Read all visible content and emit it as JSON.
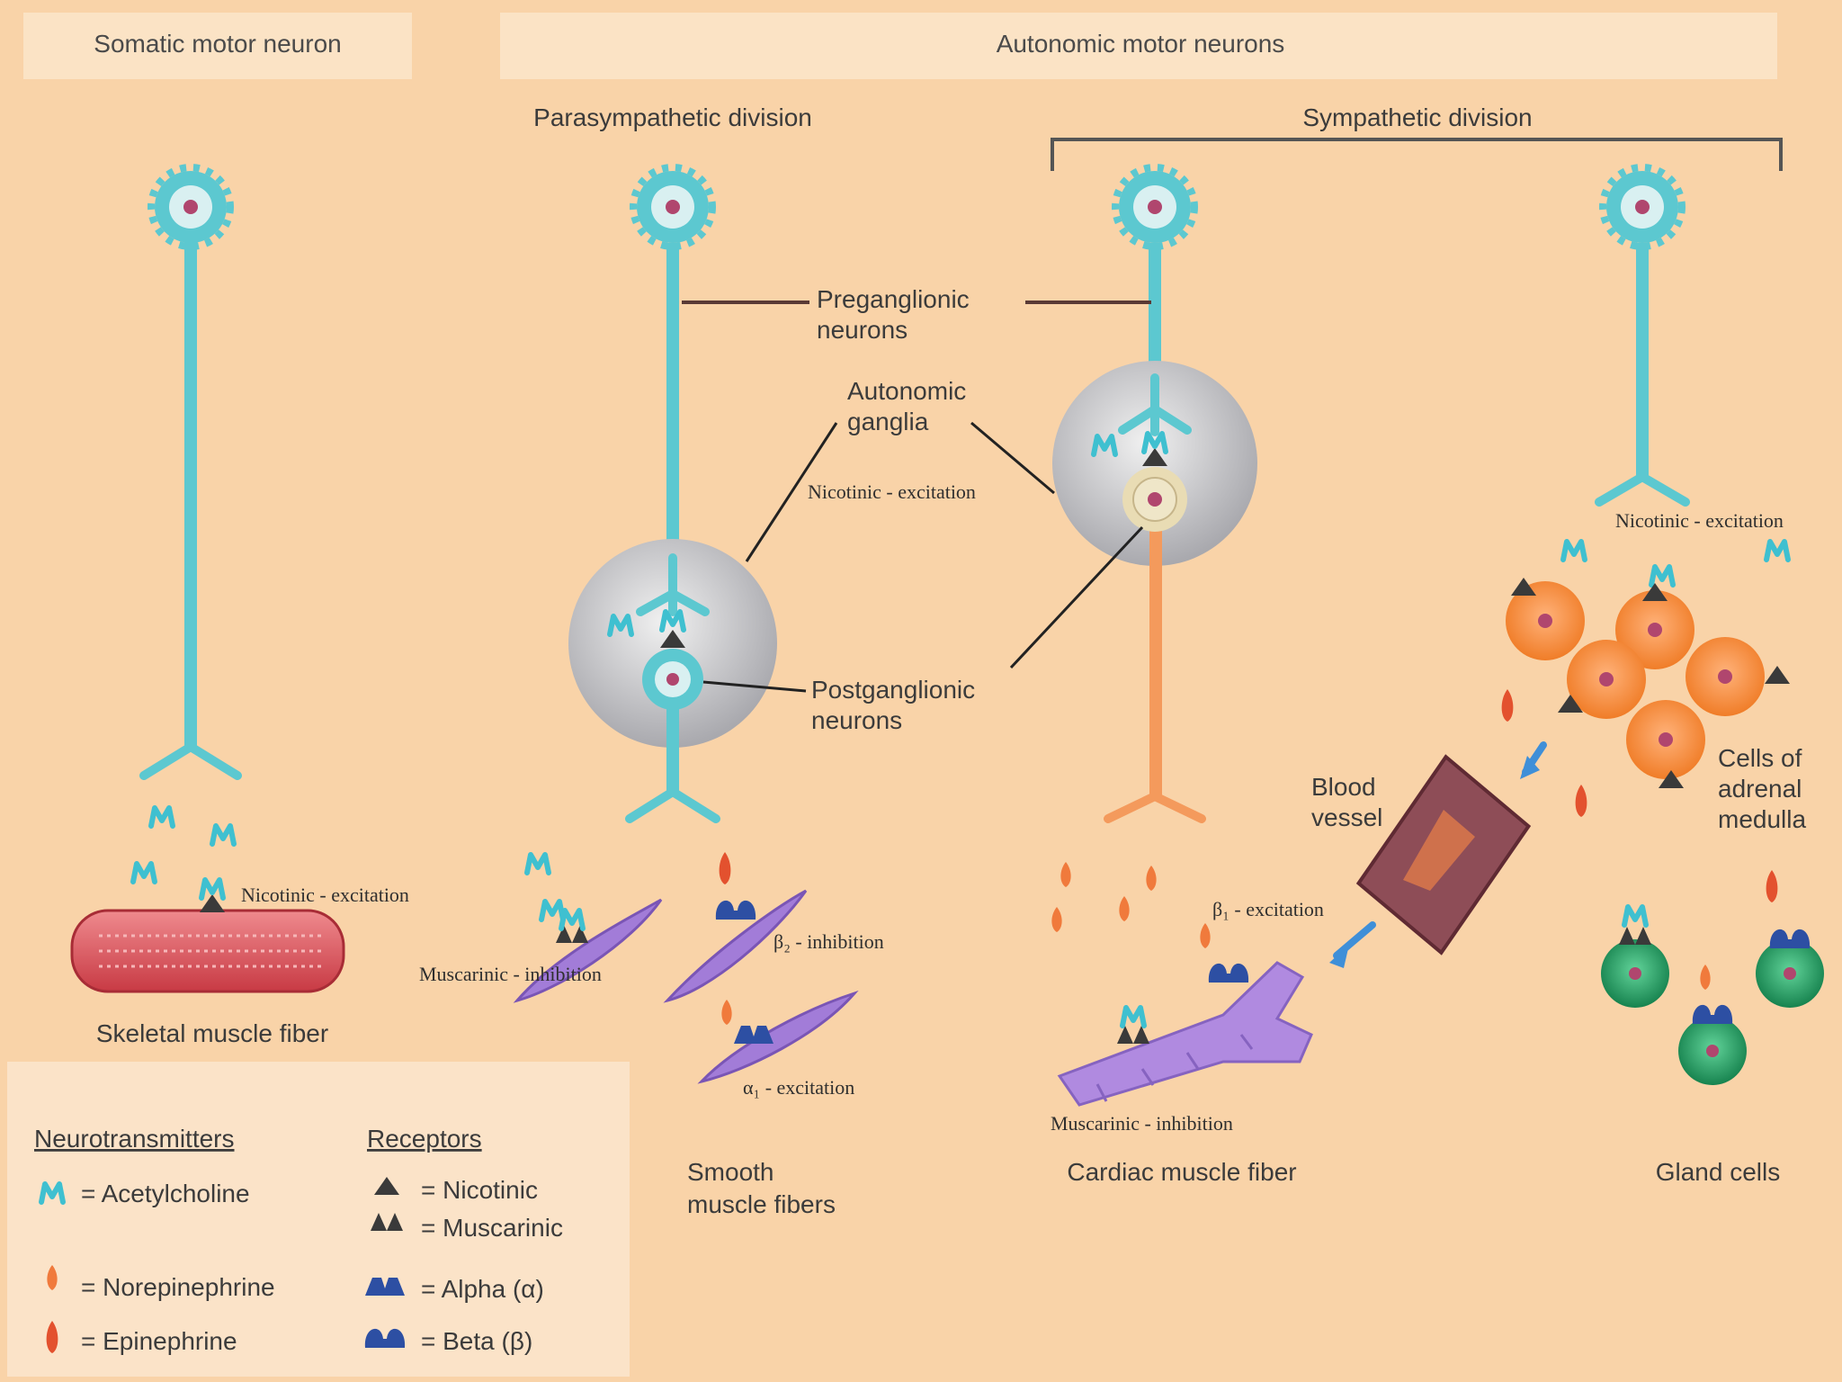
{
  "headers": {
    "somatic": "Somatic motor neuron",
    "autonomic": "Autonomic motor neurons",
    "parasympathetic": "Parasympathetic division",
    "sympathetic": "Sympathetic division"
  },
  "labels": {
    "preganglionic_1": "Preganglionic",
    "preganglionic_2": "neurons",
    "autonomic_ganglia_1": "Autonomic",
    "autonomic_ganglia_2": "ganglia",
    "postganglionic_1": "Postganglionic",
    "postganglionic_2": "neurons",
    "blood_vessel_1": "Blood",
    "blood_vessel_2": "vessel",
    "adrenal_1": "Cells of",
    "adrenal_2": "adrenal",
    "adrenal_3": "medulla"
  },
  "effects": {
    "nicotinic_ganglion": "Nicotinic - excitation",
    "nicotinic_adrenal": "Nicotinic - excitation",
    "nicotinic_skeletal": "Nicotinic - excitation",
    "muscarinic_smooth": "Muscarinic - inhibition",
    "beta2_smooth": "β₂ - inhibition",
    "alpha1_smooth": "α₁ - excitation",
    "beta1_cardiac": "β₁ - excitation",
    "muscarinic_cardiac": "Muscarinic - inhibition"
  },
  "targets": {
    "skeletal": "Skeletal muscle fiber",
    "smooth_1": "Smooth",
    "smooth_2": "muscle fibers",
    "cardiac": "Cardiac muscle fiber",
    "gland": "Gland cells"
  },
  "legend": {
    "neurotransmitters_title": "Neurotransmitters",
    "receptors_title": "Receptors",
    "acetylcholine": "= Acetylcholine",
    "norepinephrine": "= Norepinephrine",
    "epinephrine": "= Epinephrine",
    "nicotinic": "= Nicotinic",
    "muscarinic": "= Muscarinic",
    "alpha": "= Alpha (α)",
    "beta": "= Beta (β)"
  },
  "colors": {
    "background": "#f9d3a8",
    "neuron": "#5cc8d0",
    "postganglionic_sympathetic": "#f49a5c",
    "ganglion": "#b9b9bd",
    "skeletal_muscle": "#e0565e",
    "smooth_muscle": "#a27cd8",
    "cardiac_muscle": "#b08ae0",
    "adrenal_cell": "#f4893a",
    "gland_cell": "#2fa36a",
    "receptor_adrenergic": "#2d4fa3",
    "receptor_cholinergic": "#3c3c3c",
    "norepinephrine": "#f07a3c",
    "epinephrine": "#e3512e"
  }
}
